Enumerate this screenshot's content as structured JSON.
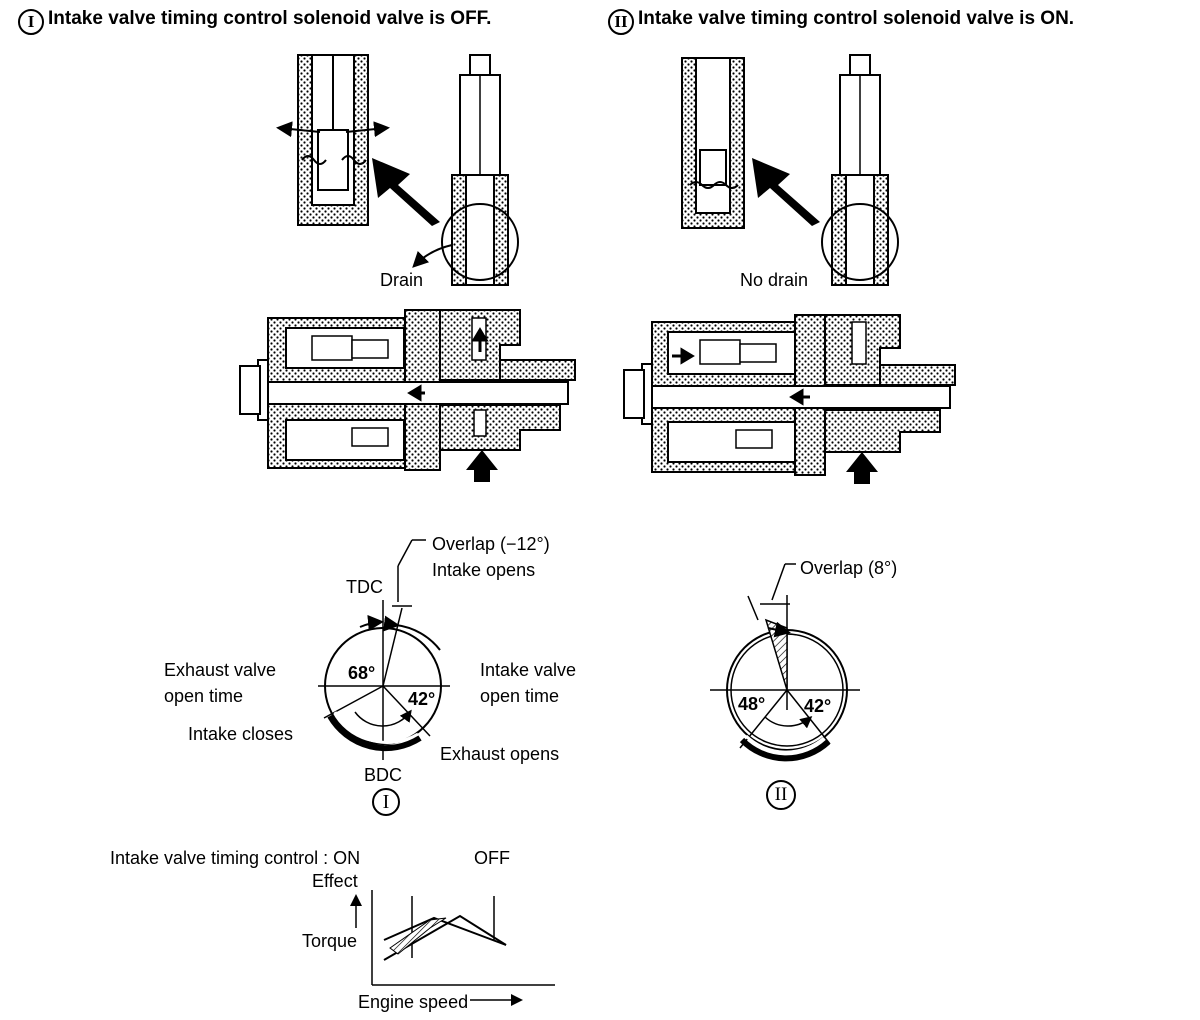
{
  "headers": {
    "off": {
      "num": "I",
      "text": "Intake valve timing control solenoid valve is OFF."
    },
    "on": {
      "num": "II",
      "text": "Intake valve timing control solenoid valve is ON."
    }
  },
  "solenoid": {
    "drain_label": "Drain",
    "no_drain_label": "No drain"
  },
  "timing_I": {
    "overlap_line1": "Overlap (−12°)",
    "overlap_line2": "Intake opens",
    "tdc": "TDC",
    "exhaust_line1": "Exhaust valve",
    "exhaust_line2": "open time",
    "intake_line1": "Intake valve",
    "intake_line2": "open time",
    "angle_left": "68°",
    "angle_right": "42°",
    "intake_closes": "Intake closes",
    "exhaust_opens": "Exhaust opens",
    "bdc": "BDC",
    "roman": "I"
  },
  "timing_II": {
    "overlap": "Overlap (8°)",
    "angle_left": "48°",
    "angle_right": "42°",
    "roman": "II"
  },
  "graph": {
    "control_label": "Intake valve timing control : ON",
    "off_label": "OFF",
    "effect": "Effect",
    "torque": "Torque",
    "xlabel": "Engine speed"
  }
}
